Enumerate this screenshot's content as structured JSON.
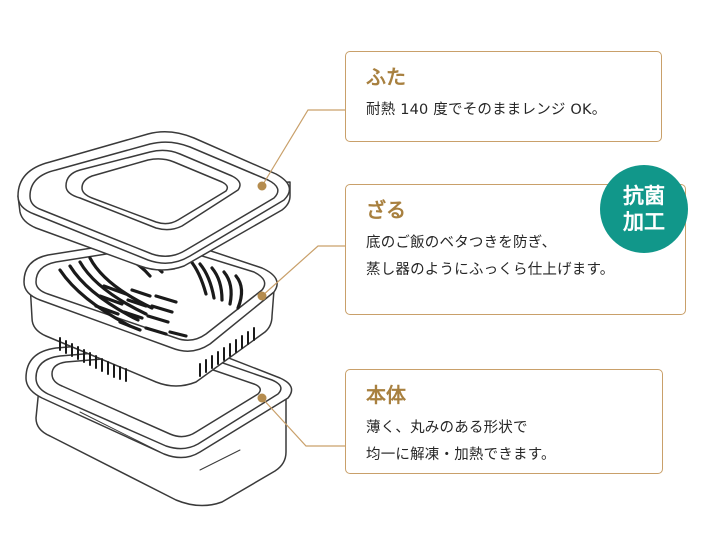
{
  "colors": {
    "accent": "#a8803f",
    "badge": "#11978a",
    "line": "#c9a06a",
    "outline": "#3a3a3a"
  },
  "parts": [
    {
      "title": "ふた",
      "description": "耐熱 140 度でそのままレンジ OK。"
    },
    {
      "title": "ざる",
      "description": "底のご飯のベタつきを防ぎ、\n蒸し器のようにふっくら仕上げます。"
    },
    {
      "title": "本体",
      "description": "薄く、丸みのある形状で\n均一に解凍・加熱できます。"
    }
  ],
  "badge": {
    "label": "抗菌\n加工"
  }
}
